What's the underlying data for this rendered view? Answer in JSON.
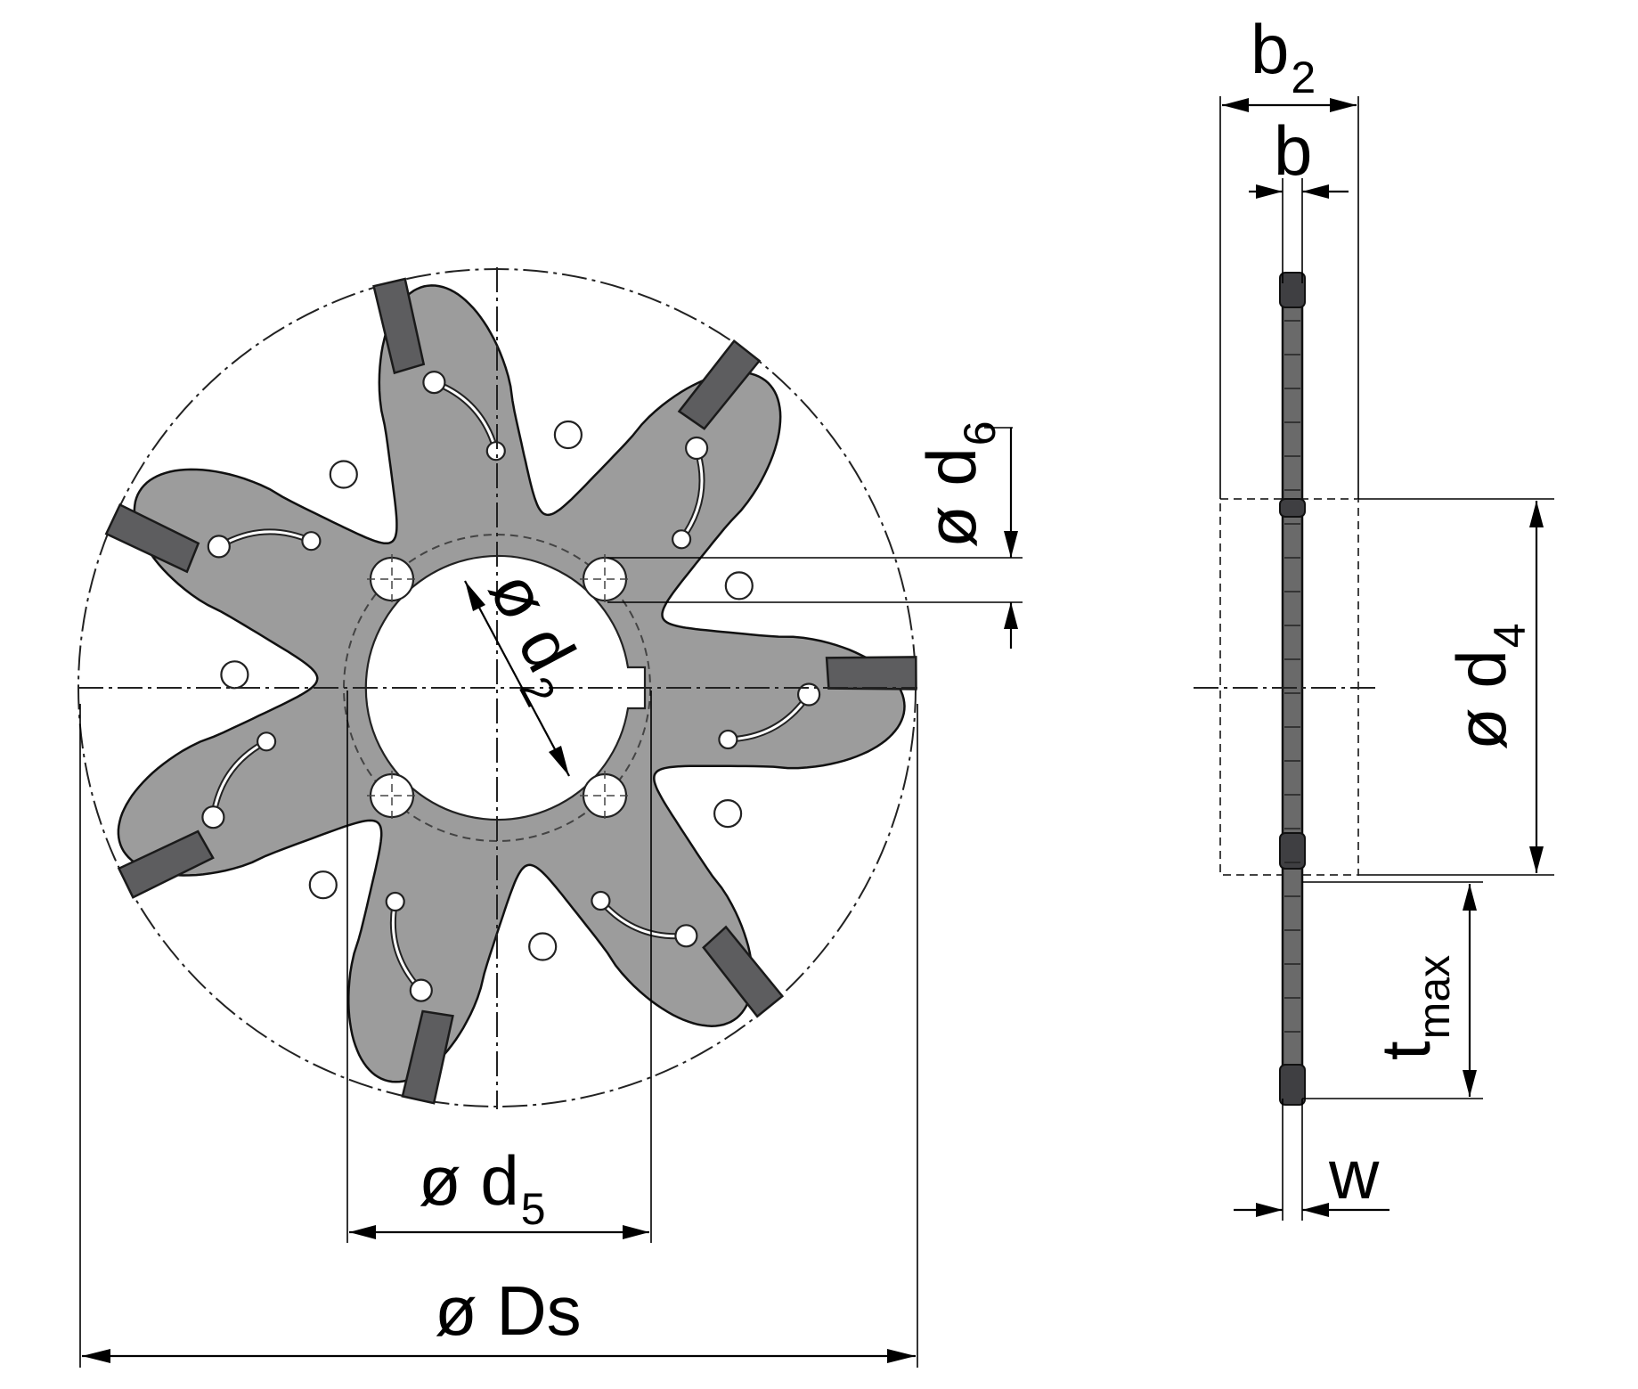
{
  "labels": {
    "Ds": "ø Ds",
    "d5": "ø d",
    "d5_sub": "5",
    "d2": "ø d",
    "d2_sub": "2",
    "d6": "ø d",
    "d6_sub": "6",
    "d4": "ø d",
    "d4_sub": "4",
    "b2": "b",
    "b2_sub": "2",
    "b": "b",
    "t": "t",
    "t_sub": "max",
    "w": "w"
  },
  "colors": {
    "body": "#9c9c9c",
    "insert": "#5d5d5f",
    "line": "#000000",
    "background": "#ffffff"
  }
}
